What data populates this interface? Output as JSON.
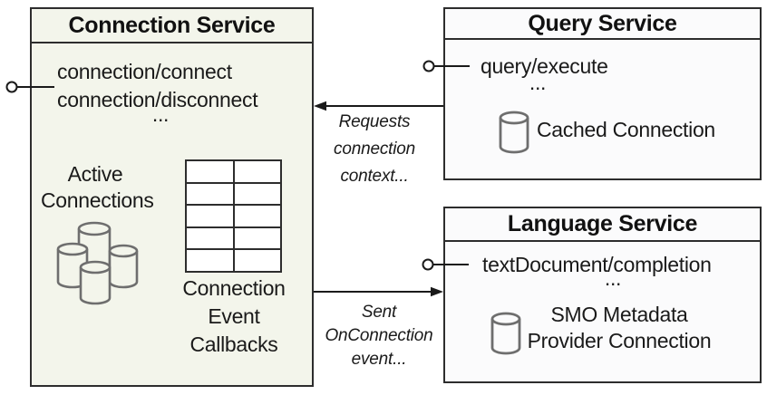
{
  "connection_service": {
    "title": "Connection Service",
    "methods": [
      "connection/connect",
      "connection/disconnect",
      "..."
    ],
    "active_connections": [
      "Active",
      "Connections"
    ],
    "callback_table_caption": [
      "Connection",
      "Event",
      "Callbacks"
    ]
  },
  "query_service": {
    "title": "Query Service",
    "methods": [
      "query/execute",
      "..."
    ],
    "cached_connection_label": "Cached Connection"
  },
  "language_service": {
    "title": "Language Service",
    "methods": [
      "textDocument/completion",
      "..."
    ],
    "smo_label": [
      "SMO Metadata",
      "Provider Connection"
    ]
  },
  "flows": {
    "requests_label": [
      "Requests",
      "connection",
      "context..."
    ],
    "sent_label": [
      "Sent",
      "OnConnection",
      "event..."
    ]
  },
  "icons": {
    "active_connections_icon": "database-cluster-icon",
    "cached_connection_icon": "database-icon",
    "smo_connection_icon": "database-icon",
    "interface_icons": "lollipop-interface-icon"
  },
  "colors": {
    "connection_box_fill": "#f3f5eb",
    "service_box_fill": "#fbfbfc",
    "border": "#2d2d2d",
    "text": "#1a1a1a",
    "icon_gray": "#6e6e6e",
    "table_cell_fill": "#ffffff"
  }
}
